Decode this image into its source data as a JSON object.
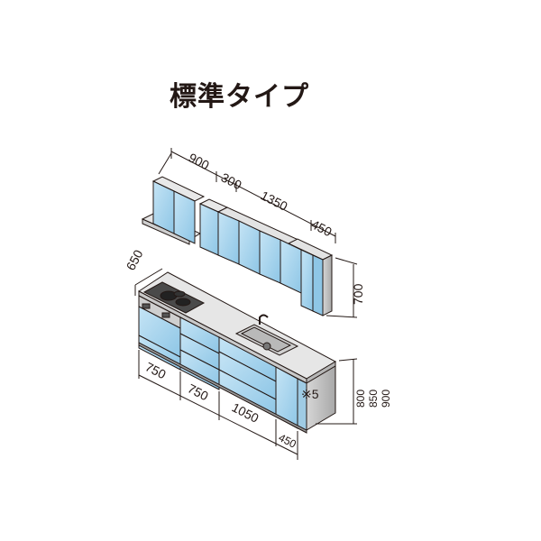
{
  "title": "標準タイプ",
  "wall_cabinet_widths": [
    "900",
    "300",
    "1350",
    "450"
  ],
  "wall_cabinet_height": "700",
  "counter_depth": "650",
  "base_cabinet_widths": [
    "750",
    "750",
    "1050"
  ],
  "end_panel_width": "450",
  "note_mark": "※5",
  "counter_heights": [
    "800",
    "850",
    "900"
  ],
  "colors": {
    "door_blue": "#a9d4ec",
    "door_edge": "#7fb5d6",
    "cabinet_grey": "#c8c8c8",
    "counter_grey": "#d9d9d9",
    "line": "#231815"
  }
}
